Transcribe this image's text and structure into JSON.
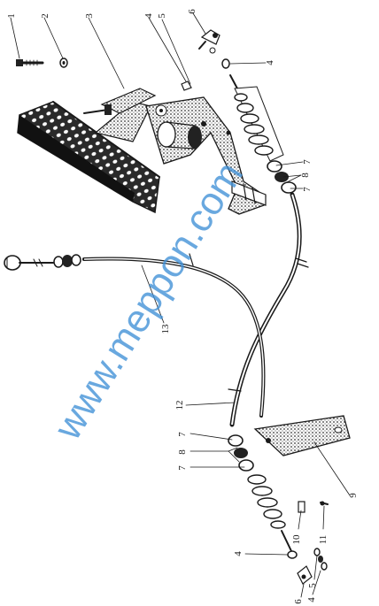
{
  "part_numbers": [
    "1",
    "2",
    "3",
    "4",
    "5",
    "6",
    "4",
    "7",
    "8",
    "7",
    "13",
    "12",
    "7",
    "8",
    "7",
    "9",
    "10",
    "11",
    "4",
    "5",
    "4",
    "6"
  ],
  "watermark": "www.meppon.com",
  "colors": {
    "ink": "#1a1a1a",
    "watermark": "#3f8fd6",
    "paper": "#ffffff"
  }
}
